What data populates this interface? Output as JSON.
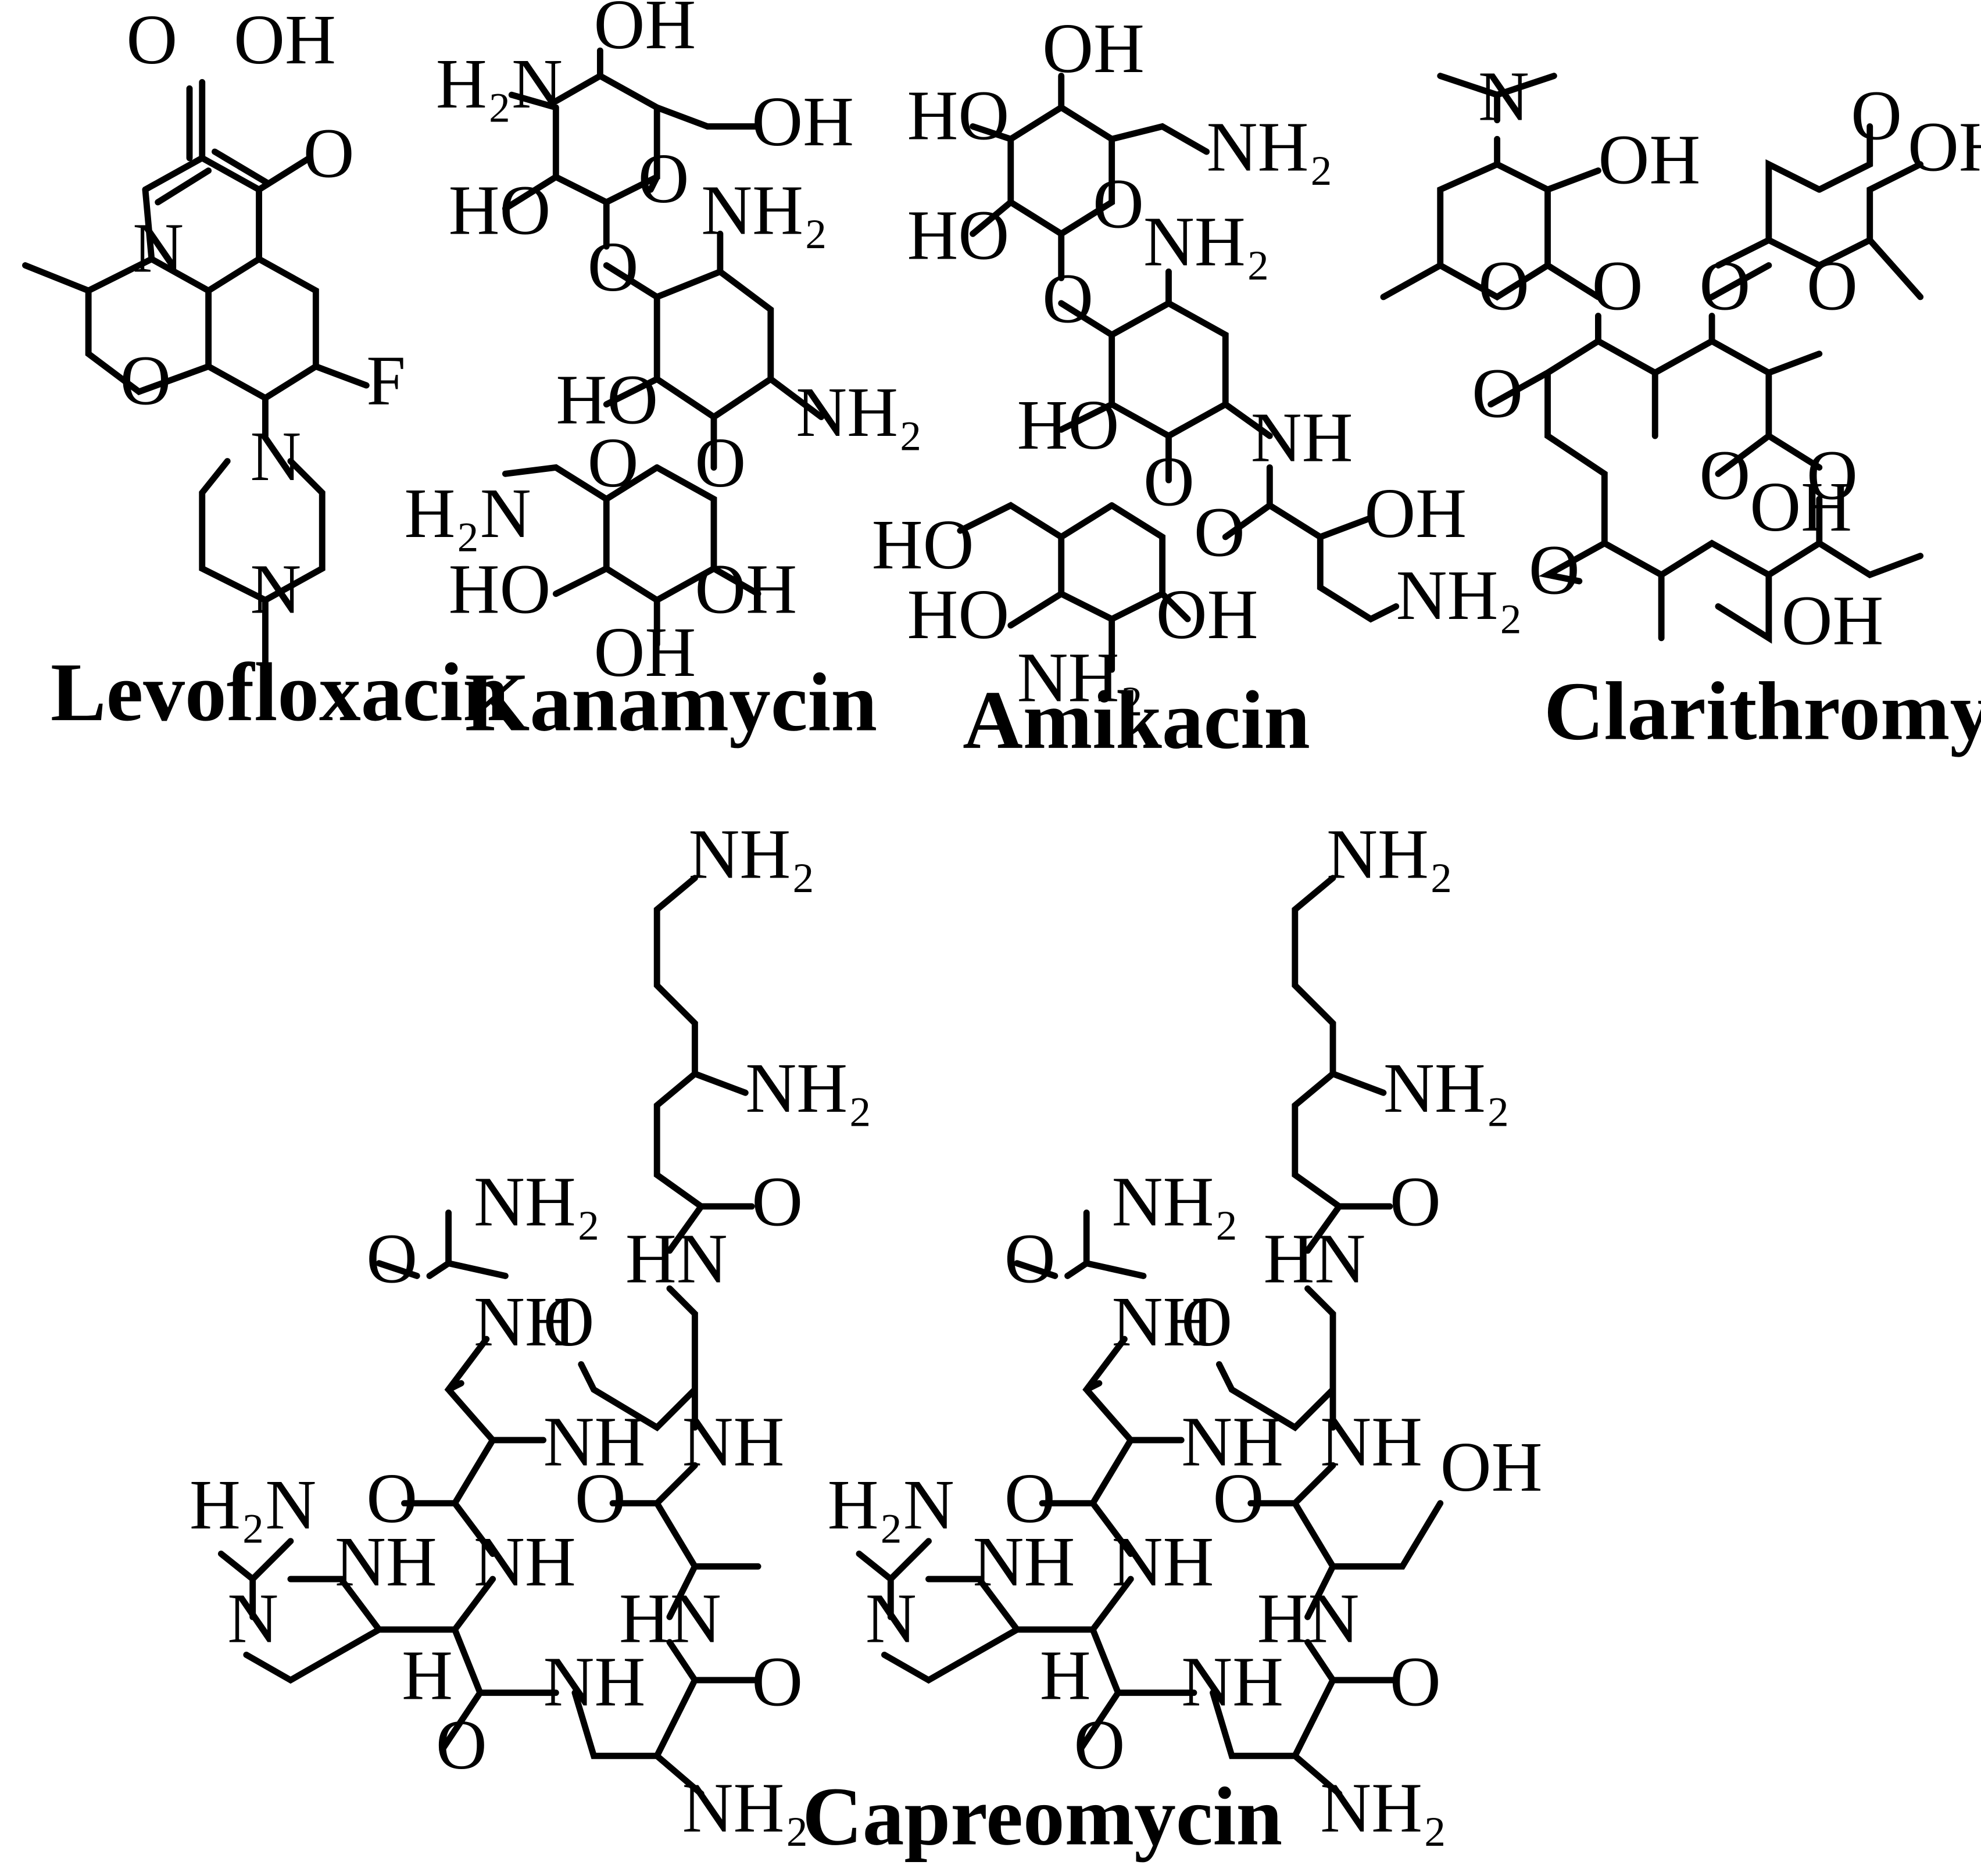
{
  "labels": {
    "levofloxacin": "Levofloxacin",
    "kanamycin": "Kanamycin",
    "amikacin": "Amikacin",
    "clarithromycin": "Clarithromycin",
    "capreomycin": "Capreomycin"
  },
  "atoms": {
    "O": "O",
    "N": "N",
    "F": "F",
    "H": "H",
    "OH": "OH",
    "HO": "HO",
    "NH": "NH",
    "HN": "HN",
    "NH2": "NH₂",
    "H2N": "H₂N"
  }
}
